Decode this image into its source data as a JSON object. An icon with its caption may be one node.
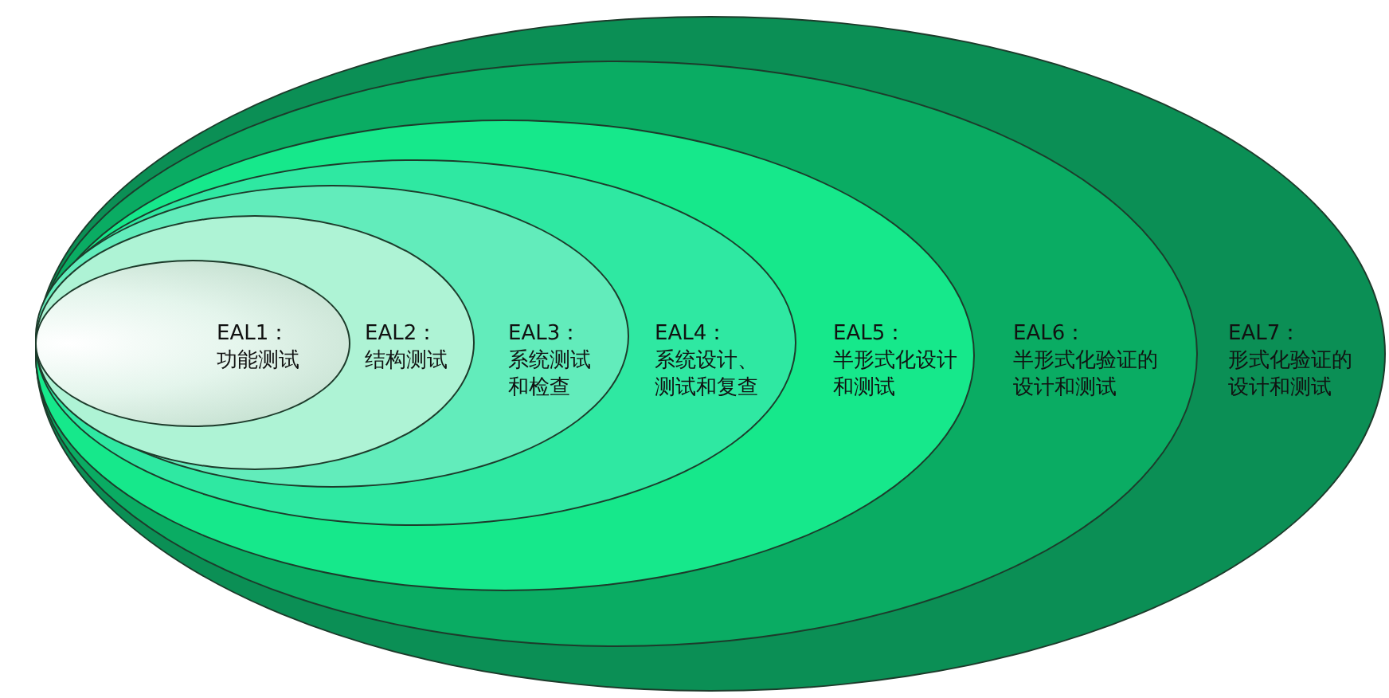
{
  "diagram": {
    "nodes": [
      {
        "text": [
          "EAL7：",
          "形式化验证的设计和测试"
        ]
      },
      {
        "text": [
          "EAL6：",
          "半形式化验证的设计和测试"
        ],
        "in": 0
      },
      {
        "text": [
          "EAL5：",
          "半形式化设计和测试"
        ],
        "in": 1
      },
      {
        "text": [
          "EAL4：",
          "系统设计、测试和复查"
        ],
        "in": 2
      },
      {
        "text": [
          "EAL3：",
          "系统测试和检查"
        ],
        "in": 3
      },
      {
        "text": [
          "EAL2：",
          "结构测试"
        ],
        "in": 4
      },
      {
        "text": [
          "EAL1：",
          "功能测试"
        ],
        "in": 5
      }
    ]
  }
}
